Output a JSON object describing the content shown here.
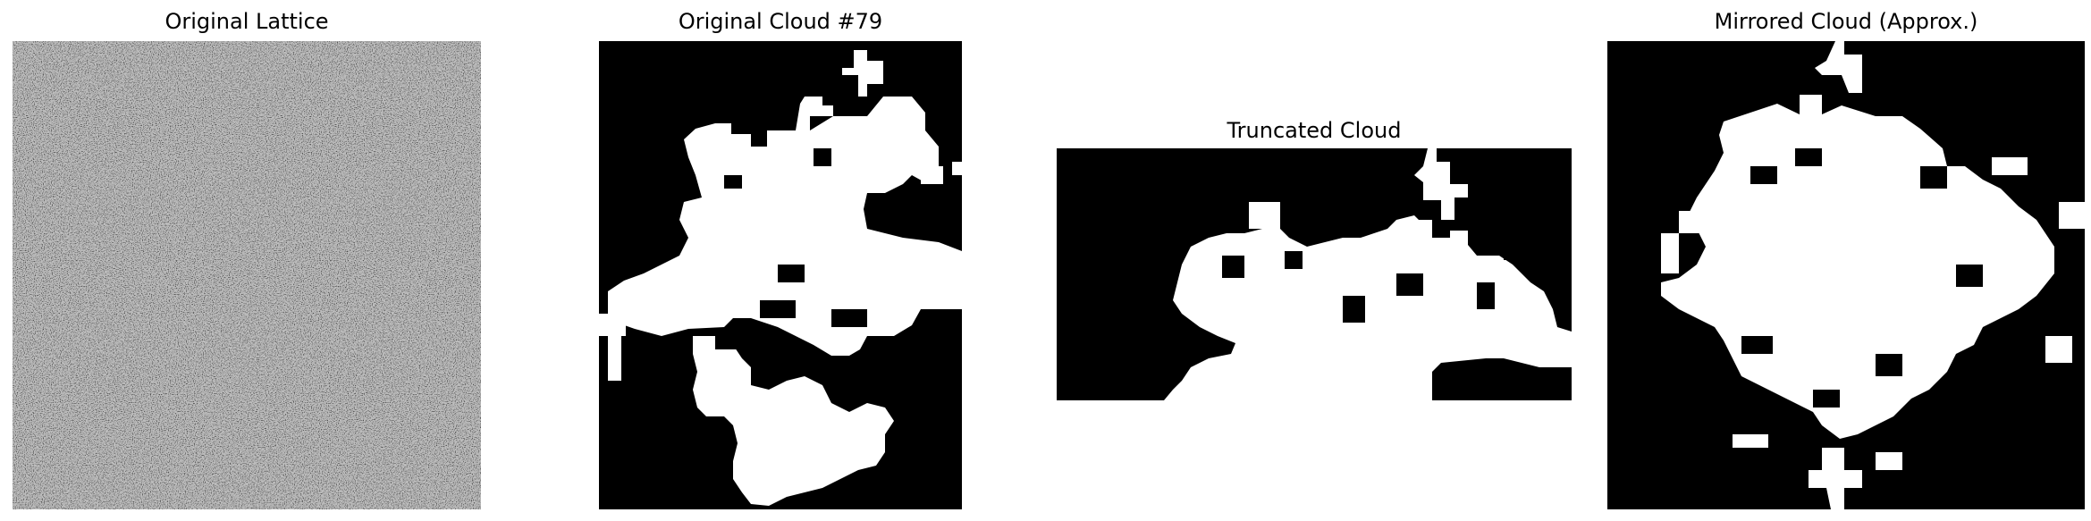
{
  "panels": [
    {
      "title": "Original Lattice"
    },
    {
      "title": "Original Cloud #79"
    },
    {
      "title": "Truncated Cloud"
    },
    {
      "title": "Mirrored Cloud (Approx.)"
    }
  ]
}
